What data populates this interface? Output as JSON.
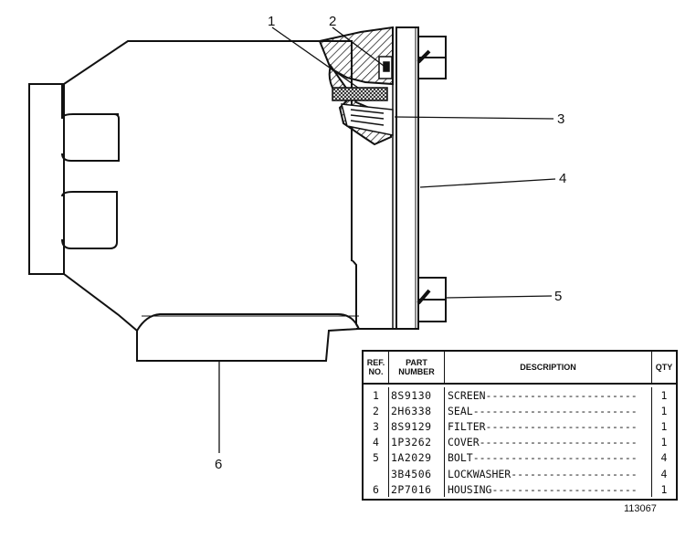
{
  "callouts": [
    "1",
    "2",
    "3",
    "4",
    "5",
    "6"
  ],
  "table": {
    "headers": {
      "ref": [
        "REF.",
        "NO."
      ],
      "part": [
        "PART",
        "NUMBER"
      ],
      "description": "DESCRIPTION",
      "qty": "QTY"
    },
    "rows": [
      {
        "ref": "1",
        "part": "8S9130",
        "description": "SCREEN",
        "qty": "1"
      },
      {
        "ref": "2",
        "part": "2H6338",
        "description": "SEAL",
        "qty": "1"
      },
      {
        "ref": "3",
        "part": "8S9129",
        "description": "FILTER",
        "qty": "1"
      },
      {
        "ref": "4",
        "part": "1P3262",
        "description": "COVER",
        "qty": "1"
      },
      {
        "ref": "5",
        "part": "1A2029",
        "description": "BOLT",
        "qty": "4"
      },
      {
        "ref": "",
        "part": "3B4506",
        "description": "LOCKWASHER",
        "qty": "4"
      },
      {
        "ref": "6",
        "part": "2P7016",
        "description": "HOUSING",
        "qty": "1"
      }
    ]
  },
  "drawing_number": "113067"
}
